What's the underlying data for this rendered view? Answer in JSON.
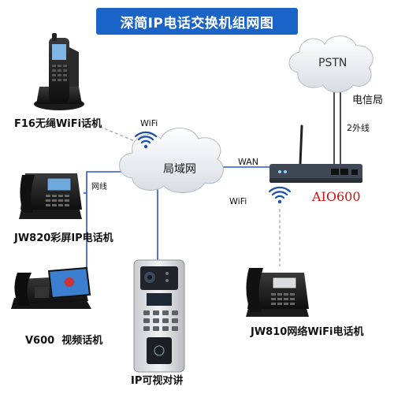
{
  "title": "深简IP电话交换机组网图",
  "nodes": {
    "pstn": "PSTN",
    "lan": "局域网",
    "telecom": "电信局",
    "trunk": "2外线",
    "gateway": "AIO600",
    "f16": "F16无绳WiFi话机",
    "jw820": "JW820彩屏IP电话机",
    "v600": "V600  视频话机",
    "door": "IP可视对讲",
    "jw810": "JW810网络WiFi电话机"
  },
  "links": {
    "wifi_left": "WiFi",
    "wan": "WAN",
    "wifi_right": "WiFi",
    "cable": "网线"
  },
  "colors": {
    "banner": "#1a64c8",
    "gateway_label": "#cc1111",
    "link_blue": "#2a56c6",
    "wifi_icon": "#1a4fb0"
  }
}
